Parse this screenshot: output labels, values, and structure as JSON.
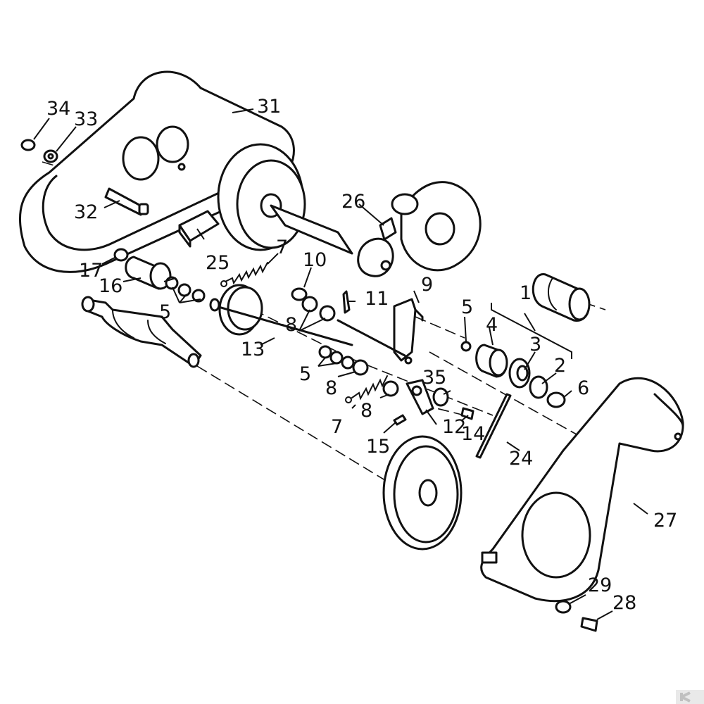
{
  "labels": {
    "l1": "1",
    "l2": "2",
    "l3": "3",
    "l4": "4",
    "l5a": "5",
    "l5b": "5",
    "l5c": "5",
    "l6": "6",
    "l7a": "7",
    "l7b": "7",
    "l8a": "8",
    "l8b": "8",
    "l8c": "8",
    "l9": "9",
    "l10": "10",
    "l11": "11",
    "l12": "12",
    "l13": "13",
    "l14": "14",
    "l15": "15",
    "l16": "16",
    "l17": "17",
    "l24": "24",
    "l25": "25",
    "l26": "26",
    "l27": "27",
    "l28": "28",
    "l29": "29",
    "l31": "31",
    "l32": "32",
    "l33": "33",
    "l34": "34",
    "l35": "35"
  }
}
